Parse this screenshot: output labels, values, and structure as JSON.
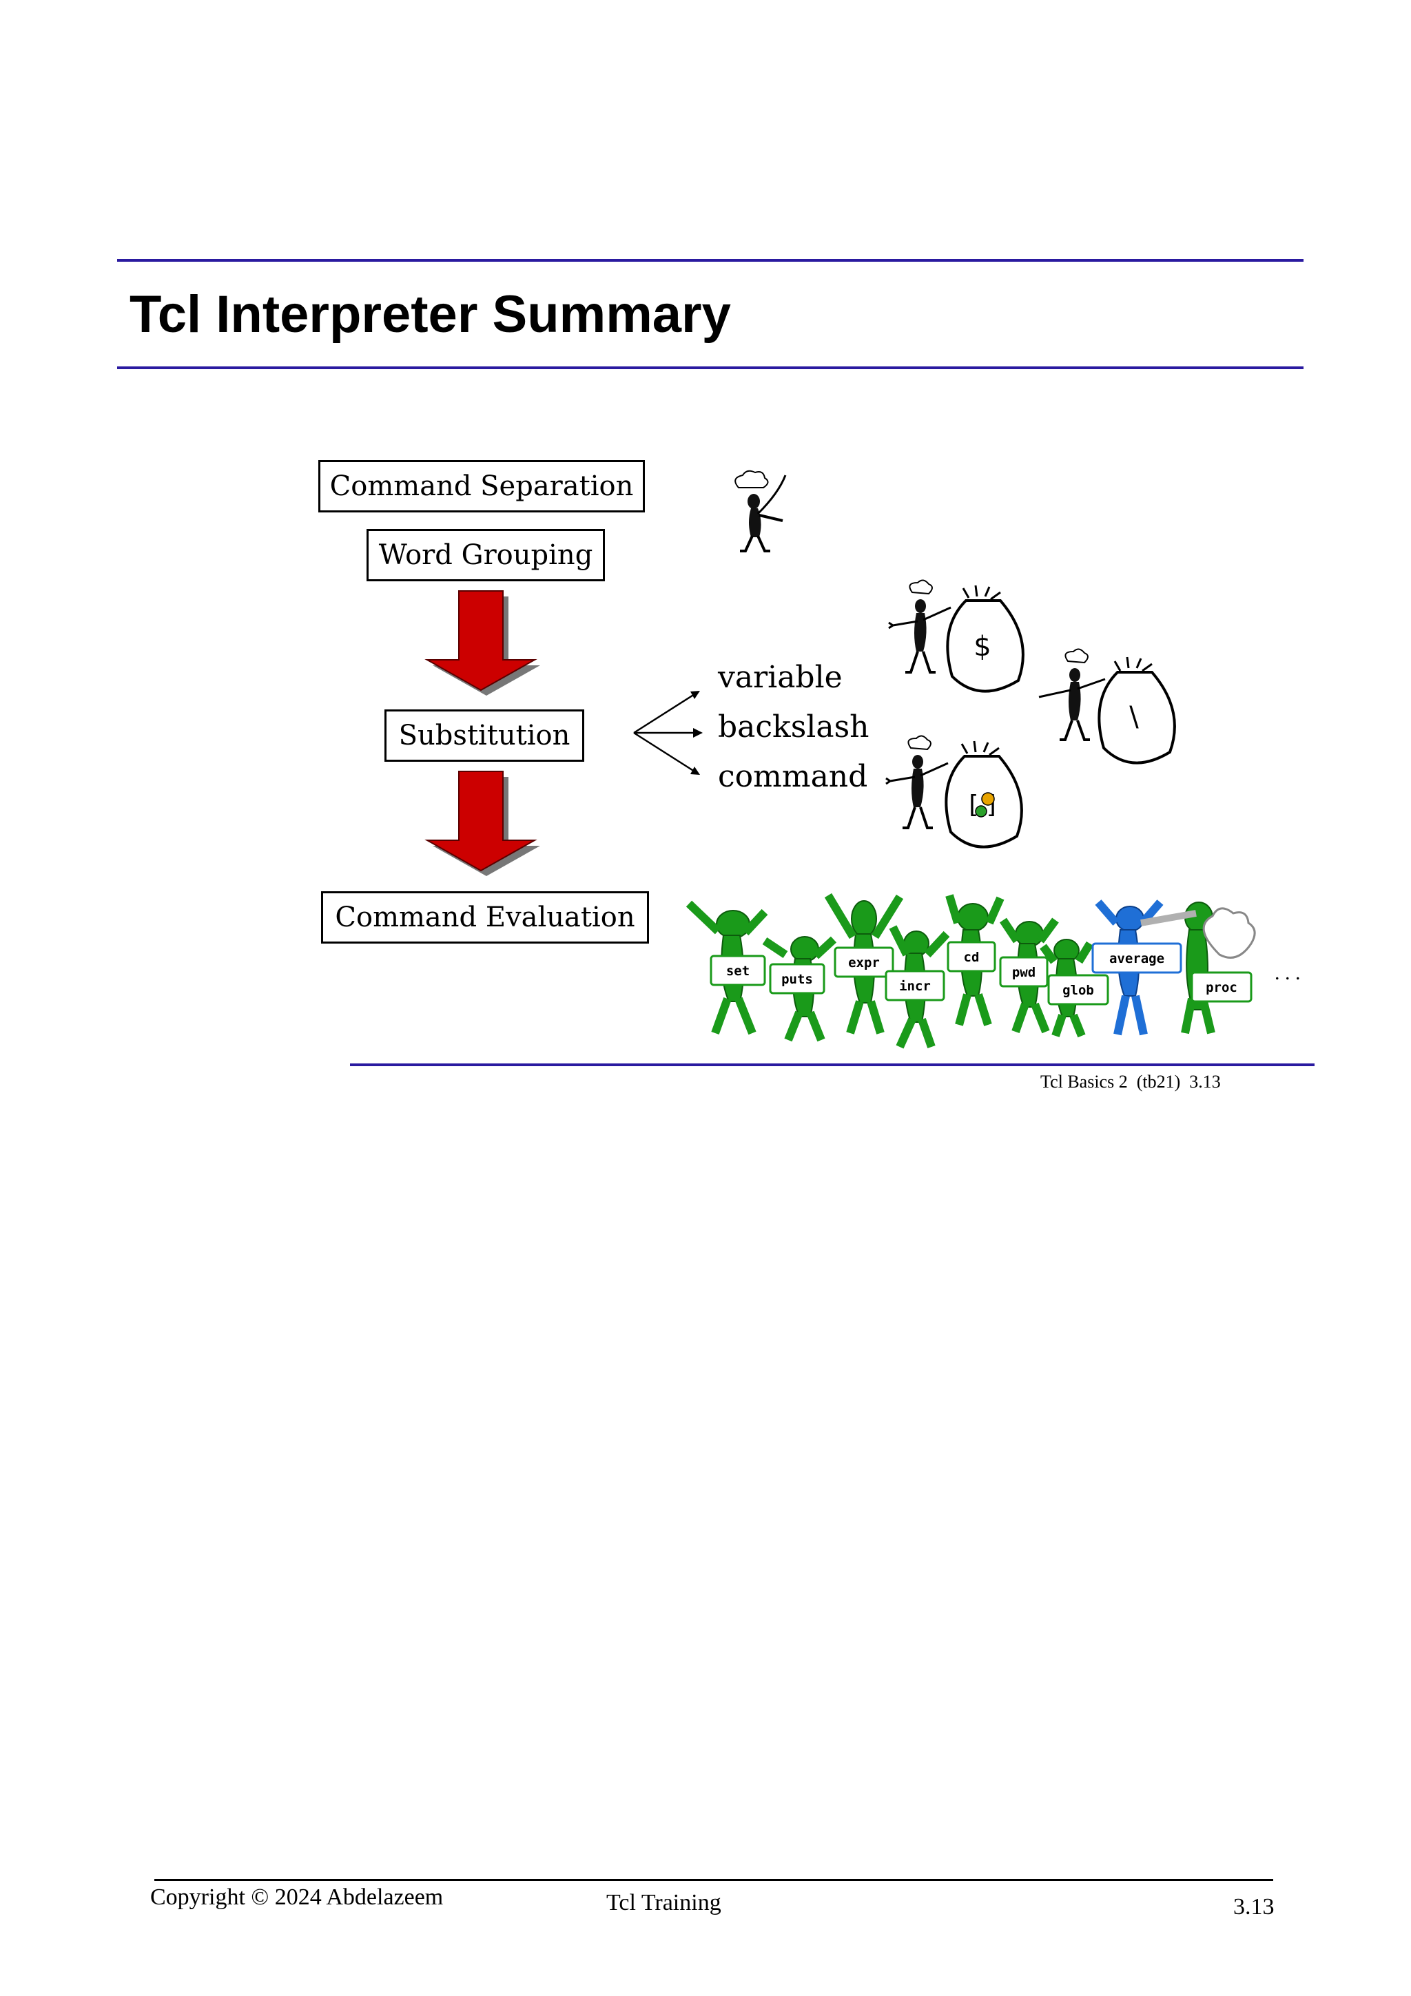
{
  "title": "Tcl Interpreter Summary",
  "flow": {
    "command_separation": "Command Separation",
    "word_grouping": "Word Grouping",
    "substitution": "Substitution",
    "command_evaluation": "Command Evaluation"
  },
  "substitutions": [
    "variable",
    "backslash",
    "command"
  ],
  "bag_symbols": {
    "variable": "$",
    "backslash": "\\",
    "command": "[ ]"
  },
  "commands": [
    "set",
    "puts",
    "expr",
    "incr",
    "cd",
    "pwd",
    "glob",
    "average",
    "proc"
  ],
  "ellipsis": ". . .",
  "slide_ref": "Tcl Basics 2  (tb21)  3.13",
  "footer": {
    "copyright": "Copyright © 2024 Abdelazeem",
    "course": "Tcl Training",
    "page": "3.13"
  },
  "colors": {
    "rule": "#2a1aa0",
    "arrow": "#cc0000",
    "figure_green": "#1a9a1a",
    "figure_blue": "#1f6fd6"
  }
}
